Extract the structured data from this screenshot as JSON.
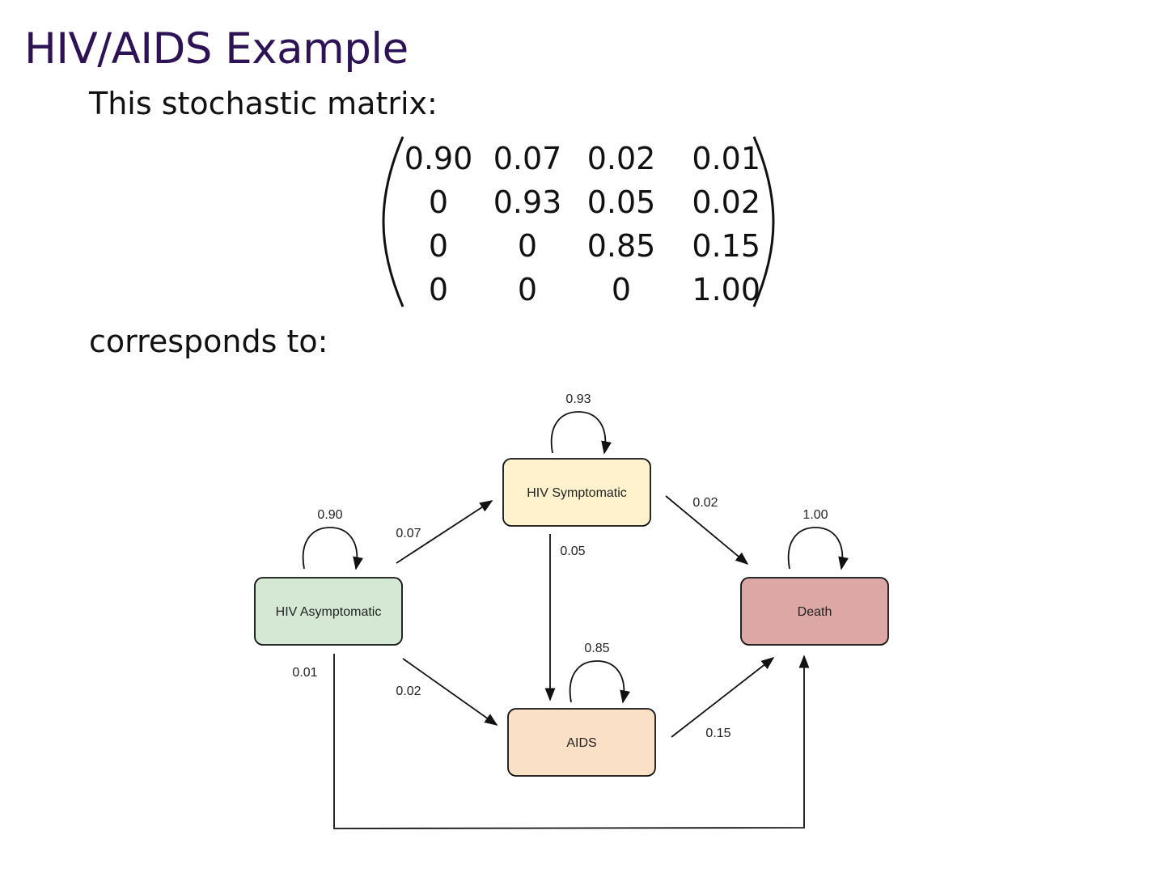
{
  "title": "HIV/AIDS Example",
  "subtitle": "This stochastic matrix:",
  "matrix": [
    [
      "0.90",
      "0.07",
      "0.02",
      "0.01"
    ],
    [
      "0",
      "0.93",
      "0.05",
      "0.02"
    ],
    [
      "0",
      "0",
      "0.85",
      "0.15"
    ],
    [
      "0",
      "0",
      "0",
      "1.00"
    ]
  ],
  "corresponds_label": "corresponds to:",
  "diagram": {
    "nodes": {
      "hiv_asymptomatic": {
        "label": "HIV Asymptomatic",
        "color": "#d5e8d4"
      },
      "hiv_symptomatic": {
        "label": "HIV Symptomatic",
        "color": "#fff2cc"
      },
      "aids": {
        "label": "AIDS",
        "color": "#fae0c7"
      },
      "death": {
        "label": "Death",
        "color": "#dca7a5"
      }
    },
    "edges": {
      "asym_self": "0.90",
      "asym_to_symp": "0.07",
      "asym_to_aids": "0.02",
      "asym_to_death": "0.01",
      "symp_self": "0.93",
      "symp_to_aids": "0.05",
      "symp_to_death": "0.02",
      "aids_self": "0.85",
      "aids_to_death": "0.15",
      "death_self": "1.00"
    }
  }
}
